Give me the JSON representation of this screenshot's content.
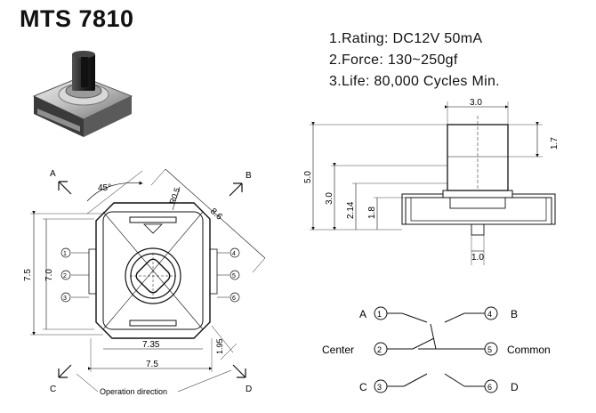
{
  "title": "MTS 7810",
  "specs": [
    "1.Rating: DC12V 50mA",
    "2.Force: 130~250gf",
    "3.Life: 80,000 Cycles Min."
  ],
  "top_view": {
    "angle": "45°",
    "radius": "R0.5",
    "diag_dim": "8.6",
    "height_outer": "7.5",
    "height_inner": "7.0",
    "width_inner": "7.35",
    "width_outer": "7.5",
    "corner_dim": "1.95",
    "dir_a": "A",
    "dir_b": "B",
    "dir_c": "C",
    "dir_d": "D",
    "pins_left": [
      "1",
      "2",
      "3"
    ],
    "pins_right": [
      "4",
      "5",
      "6"
    ],
    "operation_label": "Operation direction"
  },
  "side_view": {
    "top_width": "3.0",
    "top_height": "1.7",
    "total_height": "5.0",
    "body_height": "3.0",
    "h_214": "2.14",
    "h_18": "1.8",
    "pin_width": "1.0"
  },
  "schematic": {
    "label_a": "A",
    "label_b": "B",
    "label_center": "Center",
    "label_common": "Common",
    "label_c": "C",
    "label_d": "D",
    "pin1": "1",
    "pin2": "2",
    "pin3": "3",
    "pin4": "4",
    "pin5": "5",
    "pin6": "6"
  }
}
